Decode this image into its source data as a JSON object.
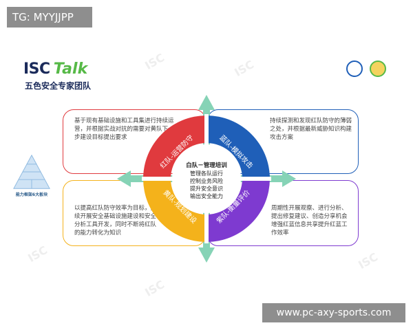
{
  "tag_text": "TG: MYYJJPP",
  "url_text": "www.pc-axy-sports.com",
  "brand": {
    "isc": "ISC",
    "talk": "Talk",
    "subtitle": "五色安全专家团队"
  },
  "colors": {
    "red": "#e03a3e",
    "blue": "#1f5fb8",
    "yellow": "#f4b21b",
    "purple": "#7e3ad0",
    "arrow": "#86d3b6"
  },
  "boxes": {
    "red": "基于现有基础设施和工具集进行持续运营，并根据实战对抗的需要对黄队下一步建设目标提出要求",
    "blue": "持续探测和发现红队防守的薄弱之处，并根据最新威胁知识构建攻击方案",
    "yellow": "以提高红队防守效率为目标，持续开展安全基础设施建设和安全分析工具开发，同时不断将红队的能力转化为知识",
    "purple": "周期性开展观察、进行分析、提出修复建议、创造分享机会增强红蓝信息共享提升红蓝工作效率"
  },
  "segments": {
    "red": "红队-运营防守",
    "blue": "蓝队-模拟攻击",
    "yellow": "黄队-规划建设",
    "purple": "紫队-衡量评价"
  },
  "center": {
    "title": "白队－管理培训",
    "lines": [
      "管理各队运行",
      "控制业务风险",
      "提升安全意识",
      "输出安全能力"
    ]
  },
  "pyramid_caption": "能力框架6大板块"
}
